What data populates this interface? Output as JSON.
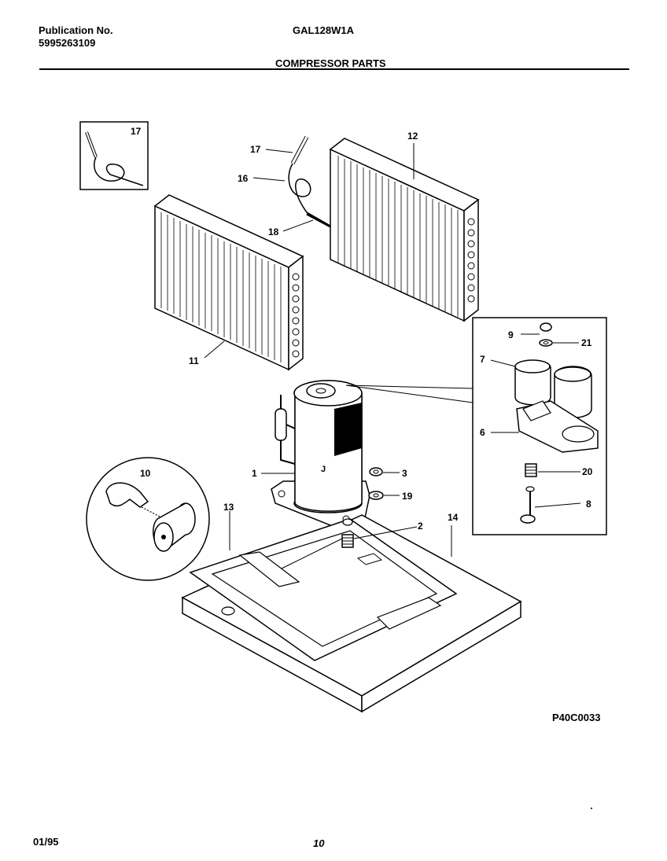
{
  "header": {
    "publication_label": "Publication No.",
    "publication_number": "5995263109",
    "model": "GAL128W1A",
    "section_title": "COMPRESSOR PARTS"
  },
  "callouts": {
    "c1": "1",
    "c2": "2",
    "c3": "3",
    "c6": "6",
    "c7": "7",
    "c8": "8",
    "c9": "9",
    "c10": "10",
    "c11": "11",
    "c12": "12",
    "c13": "13",
    "c14": "14",
    "c16": "16",
    "c17_inset": "17",
    "c17": "17",
    "c18": "18",
    "c19": "19",
    "c20": "20",
    "c21": "21"
  },
  "diagram_code": "P40C0033",
  "footer": {
    "date": "01/95",
    "page": "10"
  }
}
